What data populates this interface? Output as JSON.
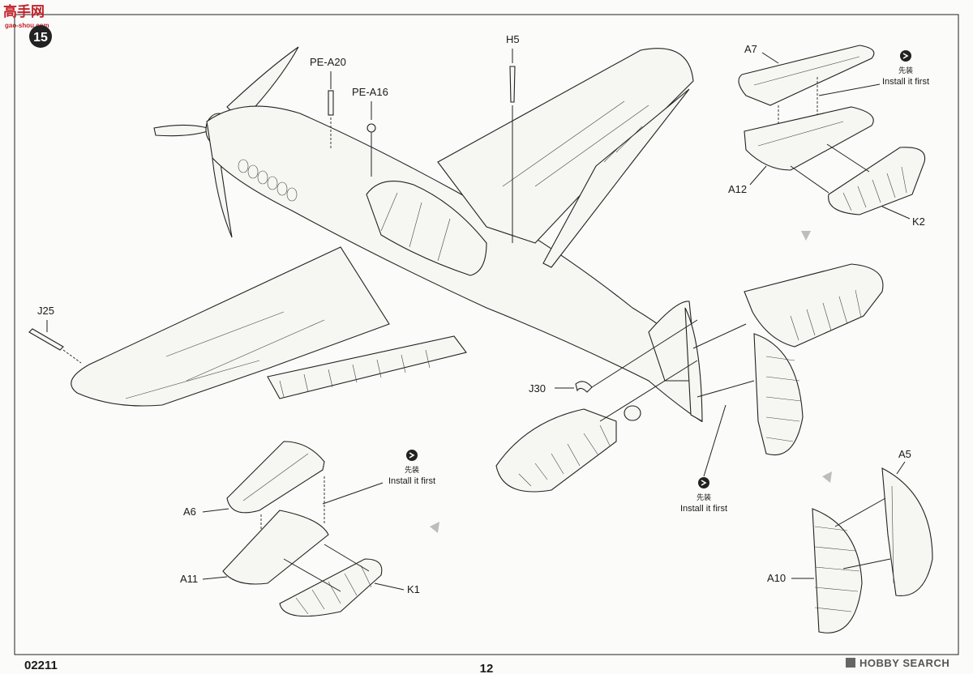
{
  "watermark": {
    "cn_text": "高手网",
    "url": "gao-shou.com"
  },
  "step": {
    "number": "15"
  },
  "labels": {
    "pe_a20": "PE-A20",
    "pe_a16": "PE-A16",
    "h5": "H5",
    "j25": "J25",
    "j30": "J30",
    "a7": "A7",
    "a12": "A12",
    "k2": "K2",
    "a6": "A6",
    "a11": "A11",
    "k1": "K1",
    "a5": "A5",
    "a10": "A10"
  },
  "notes": {
    "top_right": {
      "cn": "先装",
      "en": "Install it first"
    },
    "bottom_left": {
      "cn": "先装",
      "en": "Install it first"
    },
    "bottom_center": {
      "cn": "先装",
      "en": "Install it first"
    }
  },
  "footer": {
    "kit_number": "02211",
    "page_number": "12",
    "brand": "HOBBY SEARCH"
  },
  "colors": {
    "watermark_red": "#c2222a",
    "line": "#222222",
    "paper": "#fbfbf9"
  }
}
